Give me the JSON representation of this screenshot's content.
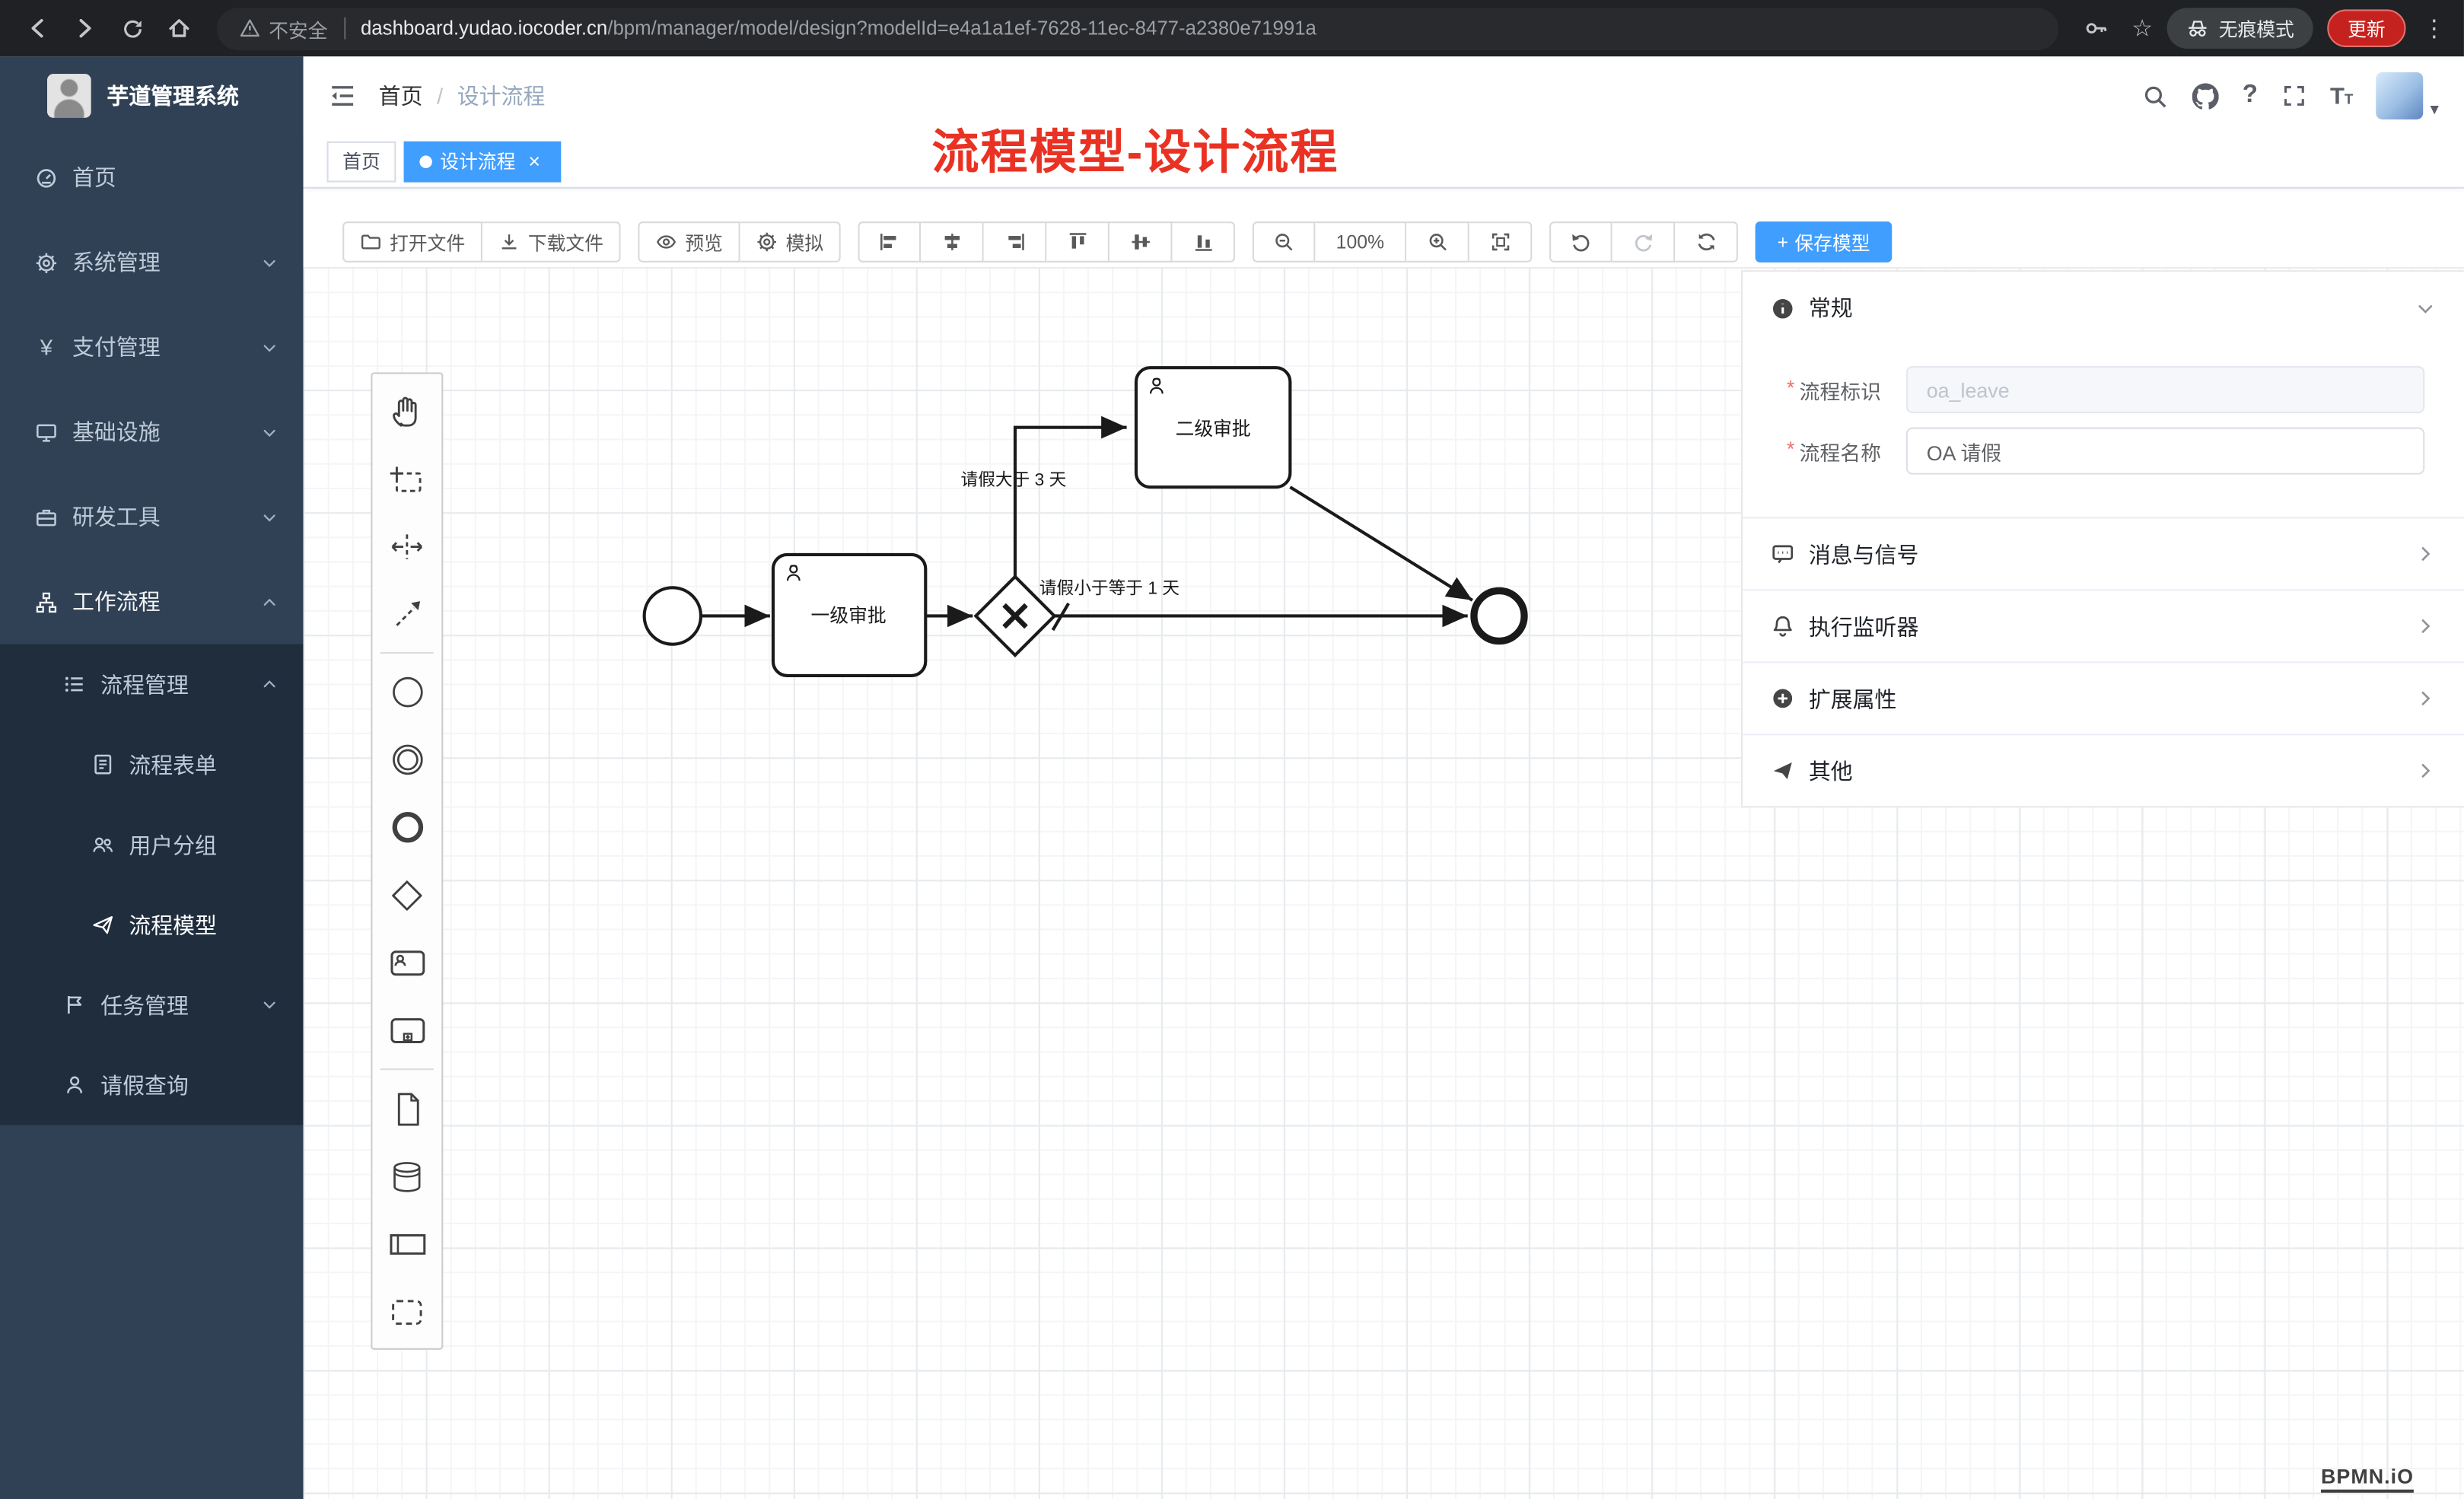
{
  "browser": {
    "security_warning": "不安全",
    "url_domain": "dashboard.yudao.iocoder.cn",
    "url_path": "/bpm/manager/model/design?modelId=e4a1a1ef-7628-11ec-8477-a2380e71991a",
    "incognito_label": "无痕模式",
    "update_button": "更新"
  },
  "icons": {
    "star": "☆",
    "more": "⋮",
    "caret": "▾",
    "question": "?",
    "yen": "¥",
    "fontsize_big": "T",
    "fontsize_small": "T",
    "close": "×",
    "plus": "+"
  },
  "sidebar": {
    "app_title": "芋道管理系统",
    "items": [
      {
        "label": "首页",
        "icon": "dashboard-icon"
      },
      {
        "label": "系统管理",
        "icon": "gear-icon",
        "state": "collapsed"
      },
      {
        "label": "支付管理",
        "icon": "yen-icon",
        "state": "collapsed"
      },
      {
        "label": "基础设施",
        "icon": "infrastructure-icon",
        "state": "collapsed"
      },
      {
        "label": "研发工具",
        "icon": "tools-icon",
        "state": "collapsed"
      },
      {
        "label": "工作流程",
        "icon": "workflow-icon",
        "state": "expanded"
      }
    ],
    "submenu": {
      "items": [
        {
          "label": "流程管理",
          "icon": "list-icon",
          "state": "expanded"
        },
        {
          "label": "流程表单",
          "icon": "form-icon"
        },
        {
          "label": "用户分组",
          "icon": "user-group-icon"
        },
        {
          "label": "流程模型",
          "icon": "paper-plane-icon",
          "current": true
        },
        {
          "label": "任务管理",
          "icon": "task-icon",
          "state": "collapsed"
        },
        {
          "label": "请假查询",
          "icon": "person-icon"
        }
      ]
    }
  },
  "header": {
    "breadcrumb": {
      "home": "首页",
      "separator": "/",
      "current": "设计流程"
    }
  },
  "annotation": "流程模型-设计流程",
  "tags": [
    {
      "label": "首页",
      "active": false
    },
    {
      "label": "设计流程",
      "active": true
    }
  ],
  "toolbar": {
    "open_file": "打开文件",
    "download_file": "下载文件",
    "preview": "预览",
    "simulate": "模拟",
    "zoom_level": "100%",
    "save_model": "保存模型"
  },
  "diagram": {
    "task1": "一级审批",
    "task2": "二级审批",
    "flow_label_top": "请假大于 3 天",
    "flow_label_bottom": "请假小于等于 1 天"
  },
  "properties": {
    "general": {
      "title": "常规",
      "fields": [
        {
          "label": "流程标识",
          "required": "*",
          "value": "oa_leave",
          "disabled": true
        },
        {
          "label": "流程名称",
          "required": "*",
          "value": "OA 请假",
          "disabled": false
        }
      ]
    },
    "sections": [
      {
        "title": "消息与信号",
        "icon": "message-icon"
      },
      {
        "title": "执行监听器",
        "icon": "bell-icon"
      },
      {
        "title": "扩展属性",
        "icon": "plus-circle-icon"
      },
      {
        "title": "其他",
        "icon": "send-icon"
      }
    ]
  },
  "watermark": "BPMN.iO",
  "colors": {
    "accent": "#409eff",
    "sidebar_bg": "#304156",
    "submenu_bg": "#1f2d3d",
    "annotation_red": "#e93223",
    "update_chip": "#c5221f"
  }
}
